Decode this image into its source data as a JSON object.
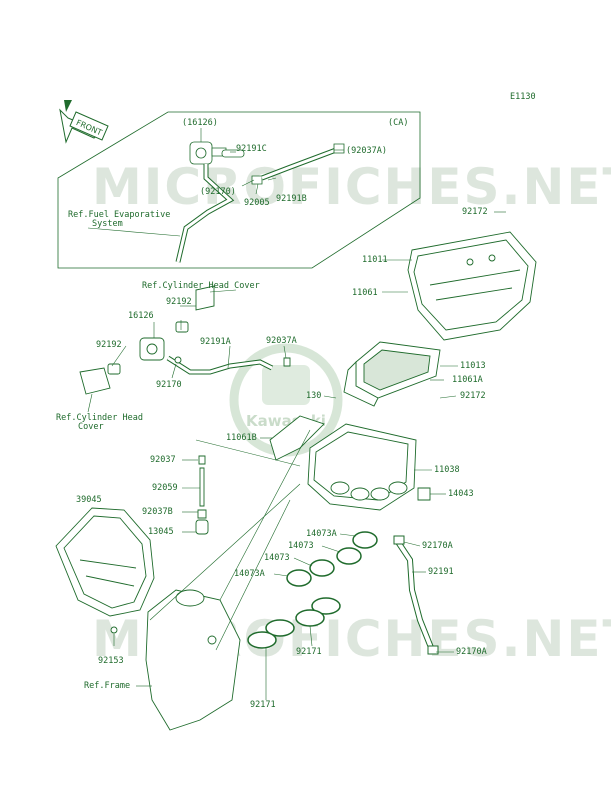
{
  "diagram_id": "E1130",
  "front_label": "FRONT",
  "watermark": "MICROFICHES.NET",
  "logo_text": "Kawasaki",
  "inset_code": "(CA)",
  "labels": {
    "p16126_paren": "(16126)",
    "p92191c": "92191C",
    "p92037a_paren": "(92037A)",
    "p92170_paren": "(92170)",
    "p92005": "92005",
    "p92191b": "92191B",
    "ref_fuel_1": "Ref.Fuel Evaporative",
    "ref_fuel_2": "System",
    "p92172_top": "92172",
    "p11011": "11011",
    "p11061": "11061",
    "ref_cyl_cover_top": "Ref.Cylinder Head Cover",
    "p92192_top": "92192",
    "p16126": "16126",
    "p92191a": "92191A",
    "p92037a": "92037A",
    "p92192_left": "92192",
    "p92170": "92170",
    "p11013": "11013",
    "p11061a": "11061A",
    "p130": "130",
    "p92172_mid": "92172",
    "ref_cyl_cover_1": "Ref.Cylinder Head",
    "ref_cyl_cover_2": "Cover",
    "p11061b": "11061B",
    "p92037": "92037",
    "p11038": "11038",
    "p92059": "92059",
    "p14043": "14043",
    "p92037b": "92037B",
    "p39045": "39045",
    "p13045": "13045",
    "p14073a_1": "14073A",
    "p14073_1": "14073",
    "p92170a_1": "92170A",
    "p14073_2": "14073",
    "p14073a_2": "14073A",
    "p92191": "92191",
    "p92153": "92153",
    "p92171_1": "92171",
    "p92170a_2": "92170A",
    "ref_frame": "Ref.Frame",
    "p92171_2": "92171"
  }
}
